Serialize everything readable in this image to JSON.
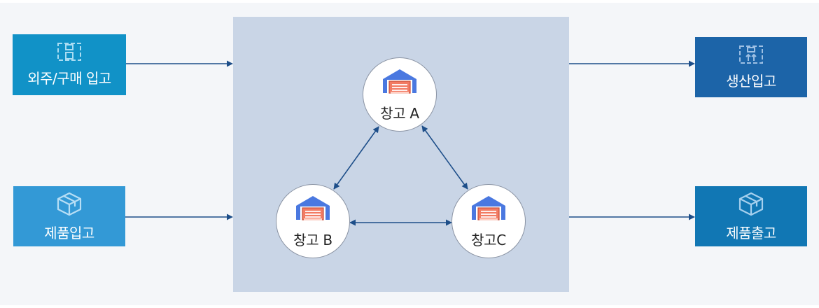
{
  "colors": {
    "background": "#f4f6f9",
    "panel": "#c9d5e6",
    "arrow": "#1d4e89",
    "box_outsourcing": "#1192c7",
    "box_product_in": "#3399d6",
    "box_production_in": "#1c64a8",
    "box_product_out": "#1177b4",
    "warehouse_roof": "#4a78e0",
    "warehouse_door": "#f27b63"
  },
  "inputs": [
    {
      "label": "외주/구매 입고",
      "icon": "box-outline-icon"
    },
    {
      "label": "제품입고",
      "icon": "cube-icon"
    }
  ],
  "outputs": [
    {
      "label": "생산입고",
      "icon": "box-arrows-up-icon"
    },
    {
      "label": "제품출고",
      "icon": "cube-icon"
    }
  ],
  "warehouses": [
    {
      "label": "창고 A",
      "icon": "warehouse-icon"
    },
    {
      "label": "창고 B",
      "icon": "warehouse-icon"
    },
    {
      "label": "창고C",
      "icon": "warehouse-icon"
    }
  ]
}
